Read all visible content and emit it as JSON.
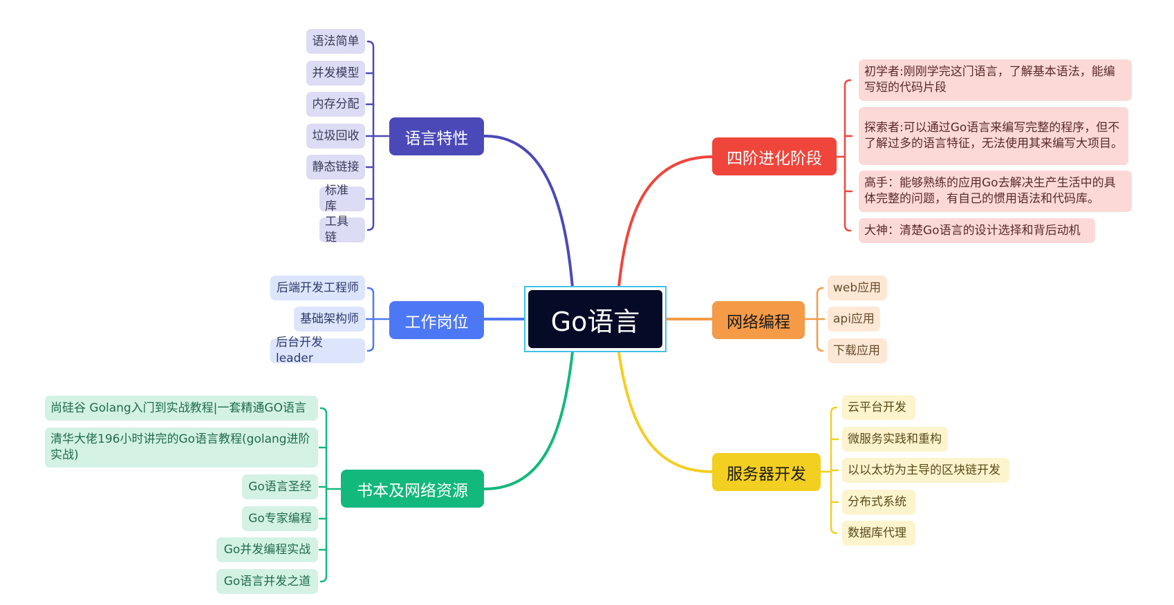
{
  "root": {
    "label": "Go语言"
  },
  "branches": {
    "features": {
      "label": "语言特性",
      "color": "#4b49b8",
      "leaf_bg": "#dcdcf4",
      "items": [
        "语法简单",
        "并发模型",
        "内存分配",
        "垃圾回收",
        "静态链接",
        "标准库",
        "工具链"
      ]
    },
    "jobs": {
      "label": "工作岗位",
      "color": "#4d78f5",
      "leaf_bg": "#dde5fd",
      "items": [
        "后端开发工程师",
        "基础架构师",
        "后台开发leader"
      ]
    },
    "resources": {
      "label": "书本及网络资源",
      "color": "#12b87c",
      "leaf_bg": "#d3f2e4",
      "items": [
        "尚硅谷 Golang入门到实战教程|一套精通GO语言",
        "清华大佬196小时讲完的Go语言教程(golang进阶实战)",
        "Go语言圣经",
        "Go专家编程",
        "Go并发编程实战",
        "Go语言并发之道"
      ]
    },
    "stages": {
      "label": "四阶进化阶段",
      "color": "#f0453b",
      "leaf_bg": "#fcd9d7",
      "items": [
        "初学者:刚刚学完这门语言，了解基本语法，能编写短的代码片段",
        "探索者:可以通过Go语言来编写完整的程序，但不了解过多的语言特征，无法使用其来编写大项目。",
        "高手：能够熟练的应用Go去解决生产生活中的具体完整的问题，有自己的惯用语法和代码库。",
        "大神：清楚Go语言的设计选择和背后动机"
      ]
    },
    "network": {
      "label": "网络编程",
      "color": "#f59a46",
      "leaf_bg": "#fde8d6",
      "items": [
        "web应用",
        "api应用",
        "下载应用"
      ]
    },
    "server": {
      "label": "服务器开发",
      "color": "#f2cf20",
      "leaf_bg": "#fcf4cd",
      "items": [
        "云平台开发",
        "微服务实践和重构",
        "以以太坊为主导的区块链开发",
        "分布式系统",
        "数据库代理"
      ]
    }
  }
}
